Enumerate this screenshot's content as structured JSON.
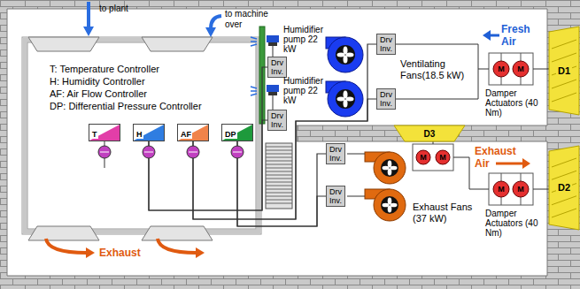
{
  "diagram": {
    "nodes": [
      {
        "text": [
          "Drv Inv."
        ]
      },
      {
        "text": [
          "Drv Inv."
        ]
      },
      {
        "text": [
          "D1"
        ]
      },
      {
        "text": [
          "Drv Inv."
        ]
      },
      {
        "text": [
          "Drv Inv."
        ]
      },
      {
        "text": [
          "T"
        ]
      },
      {
        "text": [
          "H"
        ]
      },
      {
        "text": [
          "AF"
        ]
      },
      {
        "text": [
          "DP"
        ]
      },
      {
        "text": [
          "D3"
        ]
      },
      {
        "text": [
          "Drv Inv."
        ]
      },
      {
        "text": [
          "Drv Inv."
        ]
      },
      {
        "text": [
          "D2"
        ]
      }
    ],
    "edges": [
      {
        "from": 6,
        "to": 0,
        "arrow": "none"
      },
      {
        "from": 6,
        "to": 3,
        "arrow": "none"
      },
      {
        "from": 7,
        "to": 1,
        "arrow": "none"
      },
      {
        "from": 7,
        "to": 4,
        "arrow": "none"
      },
      {
        "from": 8,
        "to": 10,
        "arrow": "none"
      },
      {
        "from": 8,
        "to": 11,
        "arrow": "none"
      }
    ],
    "labels": [
      "to plant",
      "to machine over",
      "T: Temperature Controller",
      "H: Humidity Controller",
      "AF: Air Flow Controller",
      "DP: Differential Pressure Controller",
      "Humidifier pump 22 kW",
      "Humidifier pump 22 kW",
      "Ventilating Fans(18.5 kW)",
      "Fresh Air",
      "Damper Actuators (40 Nm)",
      "M",
      "M",
      "Exhaust Fans (37 kW)",
      "M",
      "M",
      "Exhaust Air",
      "Damper Actuators (40 Nm)",
      "M",
      "M",
      "Exhaust"
    ]
  }
}
